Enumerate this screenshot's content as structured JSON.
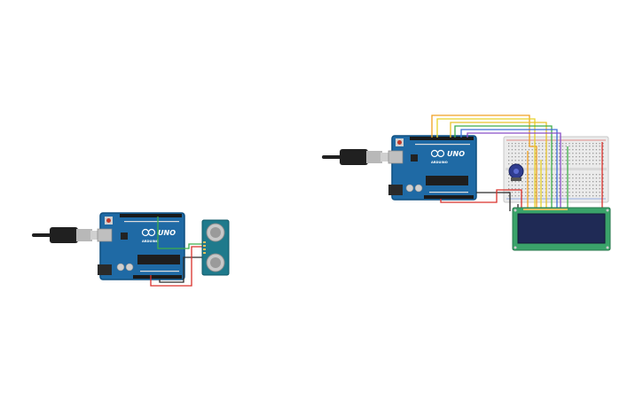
{
  "circuit_1": {
    "board": {
      "model_label": "UNO",
      "brand_label": "ARDUINO"
    },
    "sensor": {
      "type": "ultrasonic-distance-sensor"
    }
  },
  "circuit_2": {
    "board": {
      "model_label": "UNO",
      "brand_label": "ARDUINO"
    },
    "display": {
      "type": "lcd-16x2"
    },
    "breadboard": {
      "type": "half-size-breadboard"
    },
    "potentiometer": {
      "type": "potentiometer"
    }
  },
  "colors": {
    "background": "#ffffff",
    "board_blue": "#1f6aa5",
    "board_edge": "#0f4f80",
    "wire_red": "#d9302b",
    "wire_black": "#2b2b2b",
    "wire_orange": "#f0a020",
    "wire_yellow": "#e8d22a",
    "wire_green": "#3fae4a",
    "wire_blue": "#3d6fd6",
    "wire_purple": "#8a4fc7",
    "sensor_teal": "#1f7a8c",
    "lcd_green": "#3aa36a",
    "lcd_screen": "#1f2a55",
    "usb_cable": "#202020",
    "usb_plug": "#b8b8b8"
  }
}
